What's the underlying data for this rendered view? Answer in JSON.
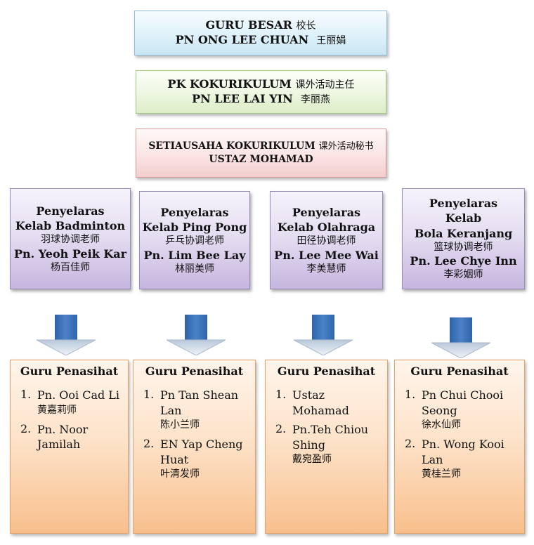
{
  "headmaster": {
    "title_ms": "GURU BESAR",
    "title_zh": "校长",
    "name_ms": "PN ONG LEE CHUAN",
    "name_zh": "王丽娟"
  },
  "pk_kokurikulum": {
    "title_ms": "PK KOKURIKULUM",
    "title_zh": "课外活动主任",
    "name_ms": "PN LEE LAI YIN",
    "name_zh": "李丽燕"
  },
  "setiausaha": {
    "title_ms": "SETIAUSAHA KOKURIKULUM",
    "title_zh": "课外活动秘书",
    "name_ms": "USTAZ MOHAMAD"
  },
  "coordinators": [
    {
      "lines": [
        "Penyelaras",
        "Kelab Badminton"
      ],
      "role_zh": "羽球协调老师",
      "name": "Pn. Yeoh Peik Kar",
      "name_zh": "杨百佳师"
    },
    {
      "lines": [
        "Penyelaras",
        "Kelab Ping Pong"
      ],
      "role_zh": "乒乓协调老师",
      "name": "Pn. Lim Bee Lay",
      "name_zh": "林丽美师"
    },
    {
      "lines": [
        "Penyelaras",
        "Kelab Olahraga"
      ],
      "role_zh": "田径协调老师",
      "name": "Pn. Lee Mee Wai",
      "name_zh": "李美慧师"
    },
    {
      "lines": [
        "Penyelaras",
        "Kelab",
        "Bola Keranjang"
      ],
      "role_zh": "篮球协调老师",
      "name": "Pn. Lee Chye Inn",
      "name_zh": "李彩姻师"
    }
  ],
  "advisors": [
    {
      "title": "Guru Penasihat",
      "items": [
        {
          "num": "1.",
          "lines": [
            "Pn. Ooi Cad Li"
          ],
          "zh": "黄嘉莉师"
        },
        {
          "num": "2.",
          "lines": [
            "Pn. Noor",
            "Jamilah"
          ],
          "zh": ""
        }
      ]
    },
    {
      "title": "Guru Penasihat",
      "items": [
        {
          "num": "1.",
          "lines": [
            "Pn Tan Shean",
            "Lan"
          ],
          "zh": "陈小兰师"
        },
        {
          "num": "2.",
          "lines": [
            "EN Yap Cheng",
            "Huat"
          ],
          "zh": "叶清发师"
        }
      ]
    },
    {
      "title": "Guru Penasihat",
      "items": [
        {
          "num": "1.",
          "lines": [
            "Ustaz",
            "Mohamad"
          ],
          "zh": ""
        },
        {
          "num": "2.",
          "lines": [
            "Pn.Teh Chiou",
            "Shing"
          ],
          "zh": "戴宛盈师"
        }
      ]
    },
    {
      "title": "Guru Penasihat",
      "items": [
        {
          "num": "1.",
          "lines": [
            "Pn Chui Chooi",
            "Seong"
          ],
          "zh": "徐水仙师"
        },
        {
          "num": "2.",
          "lines": [
            "Pn. Wong Kooi",
            "Lan"
          ],
          "zh": "黄桂兰师"
        }
      ]
    }
  ],
  "colors": {
    "arrow": "#3d72b8",
    "headmaster_box": "#e3f3fb",
    "pk_box": "#eef7e3",
    "setiausaha_box": "#fbe6e6",
    "coordinator_box": "#e3dbf0",
    "advisor_box": "#fde3ca"
  }
}
